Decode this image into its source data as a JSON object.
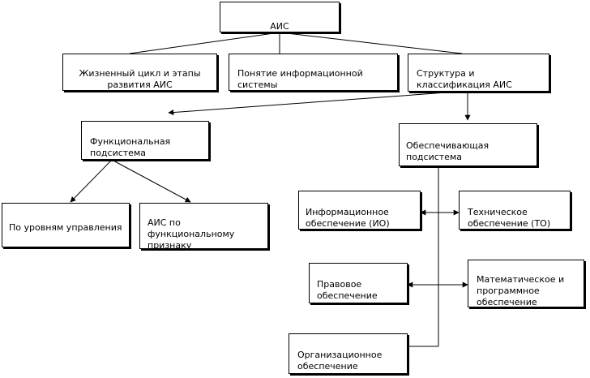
{
  "diagram": {
    "root": {
      "label": "АИС"
    },
    "level1": [
      {
        "id": "lifecycle",
        "label": "Жизненный цикл и этапы\nразвития АИС"
      },
      {
        "id": "concept",
        "label": "Понятие информационной\nсистемы"
      },
      {
        "id": "structure",
        "label": "Структура и\nклассификация АИС"
      }
    ],
    "functional": {
      "label": "Функциональная\nподсистема"
    },
    "by_levels": {
      "label": "По уровням управления"
    },
    "by_function": {
      "label": "АИС по\nфункциональному\nпризнаку"
    },
    "support": {
      "label": "Обеспечивающая\nподсистема"
    },
    "info": {
      "label": "Информационное\nобеспечение (ИО)"
    },
    "tech": {
      "label": "Техническое\nобеспечение (ТО)"
    },
    "legal": {
      "label": "Правовое\nобеспечение"
    },
    "math": {
      "label": "Математическое и\nпрограммное\nобеспечение"
    },
    "org": {
      "label": "Организационное\nобеспечение"
    }
  }
}
